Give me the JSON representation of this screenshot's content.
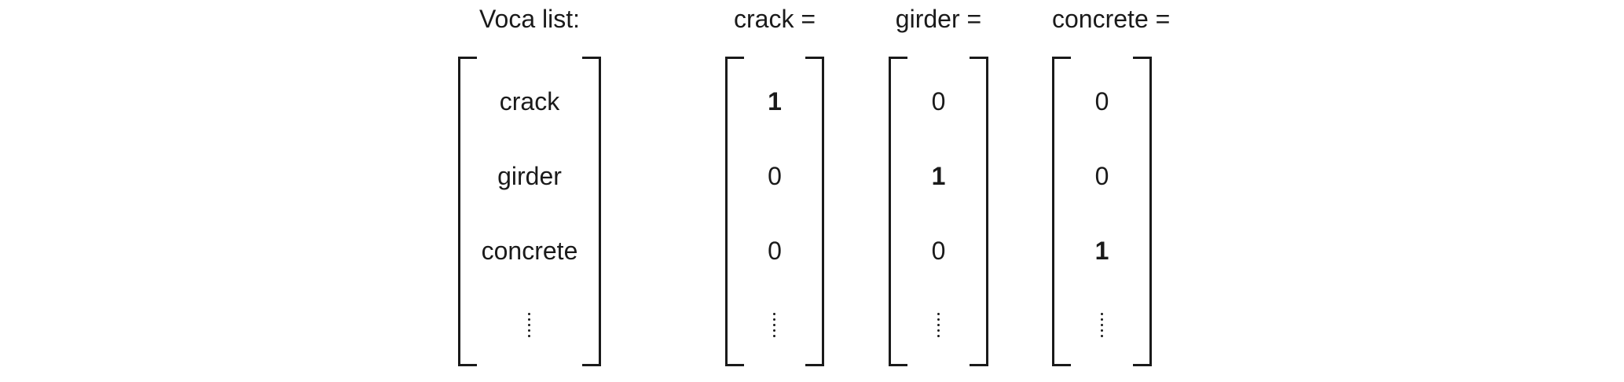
{
  "vocab": {
    "title": "Voca list:",
    "items": [
      "crack",
      "girder",
      "concrete"
    ]
  },
  "vectors": [
    {
      "title": "crack =",
      "values": [
        "1",
        "0",
        "0"
      ],
      "hot_index": 0
    },
    {
      "title": "girder =",
      "values": [
        "0",
        "1",
        "0"
      ],
      "hot_index": 1
    },
    {
      "title": "concrete =",
      "values": [
        "0",
        "0",
        "1"
      ],
      "hot_index": 2
    }
  ]
}
